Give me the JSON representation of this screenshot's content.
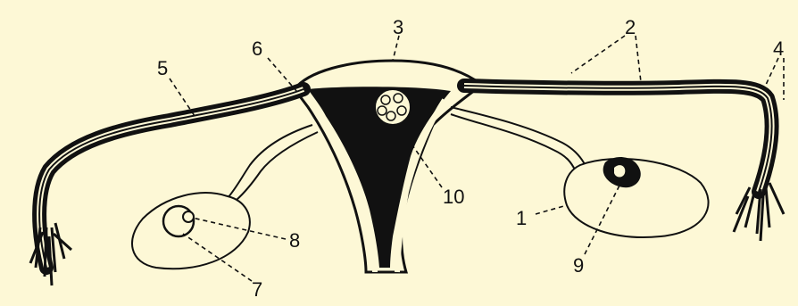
{
  "diagram": {
    "background": "#fdf8d6",
    "ink": "#111111",
    "labels": [
      {
        "id": "1",
        "text": "1"
      },
      {
        "id": "2",
        "text": "2"
      },
      {
        "id": "3",
        "text": "3"
      },
      {
        "id": "4",
        "text": "4"
      },
      {
        "id": "5",
        "text": "5"
      },
      {
        "id": "6",
        "text": "6"
      },
      {
        "id": "7",
        "text": "7"
      },
      {
        "id": "8",
        "text": "8"
      },
      {
        "id": "9",
        "text": "9"
      },
      {
        "id": "10",
        "text": "10"
      }
    ]
  }
}
